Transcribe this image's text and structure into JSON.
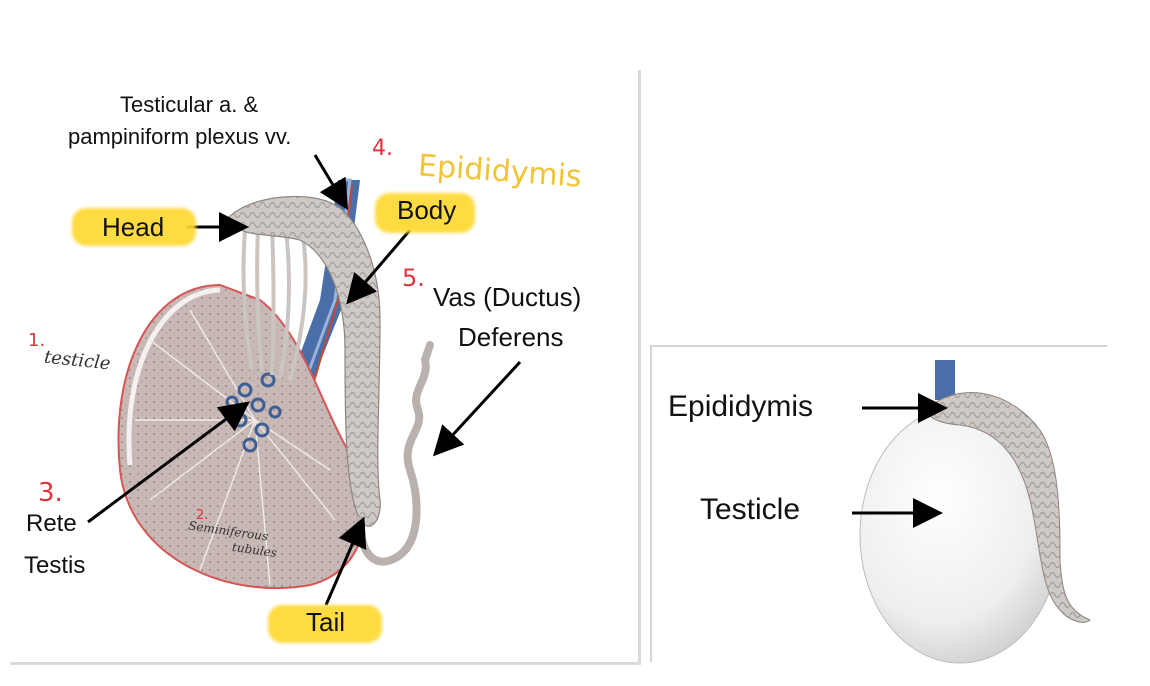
{
  "left_figure": {
    "vessels_label_line1": "Testicular a. &",
    "vessels_label_line2": "pampiniform plexus vv.",
    "epididymis_number": "4.",
    "epididymis_note": "Epididymis",
    "head_label": "Head",
    "body_label": "Body",
    "vas_number": "5.",
    "vas_label_line1": "Vas (Ductus)",
    "vas_label_line2": "Deferens",
    "testicle_number": "1.",
    "testicle_note": "testicle",
    "rete_number": "3.",
    "rete_label_line1": "Rete",
    "rete_label_line2": "Testis",
    "tubules_number": "2.",
    "tubules_note_line1": "Seminiferous",
    "tubules_note_line2": "tubules",
    "tail_label": "Tail"
  },
  "right_figure": {
    "epididymis_label": "Epididymis",
    "testicle_label": "Testicle"
  },
  "colors": {
    "highlight": "#ffd933",
    "handwriting_red": "#e0343a",
    "handwriting_yellow": "#f2c335",
    "tissue": "#c9bfbd",
    "vein": "#4a6fa8"
  }
}
